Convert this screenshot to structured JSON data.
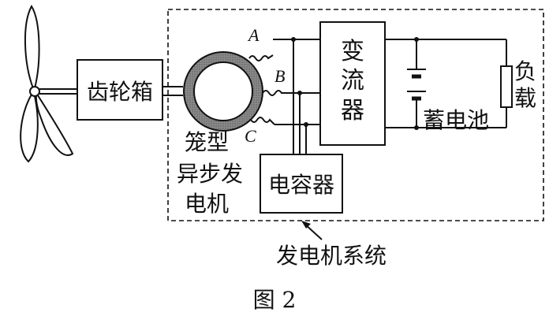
{
  "diagram": {
    "gearbox": "齿轮箱",
    "generator": [
      "笼型",
      "异步发",
      "电机"
    ],
    "converter": [
      "变",
      "流",
      "器"
    ],
    "capacitor": "电容器",
    "battery": "蓄电池",
    "load": [
      "负",
      "载"
    ],
    "phases": [
      "A",
      "B",
      "C"
    ],
    "system": "发电机系统",
    "figure": "图 2"
  }
}
